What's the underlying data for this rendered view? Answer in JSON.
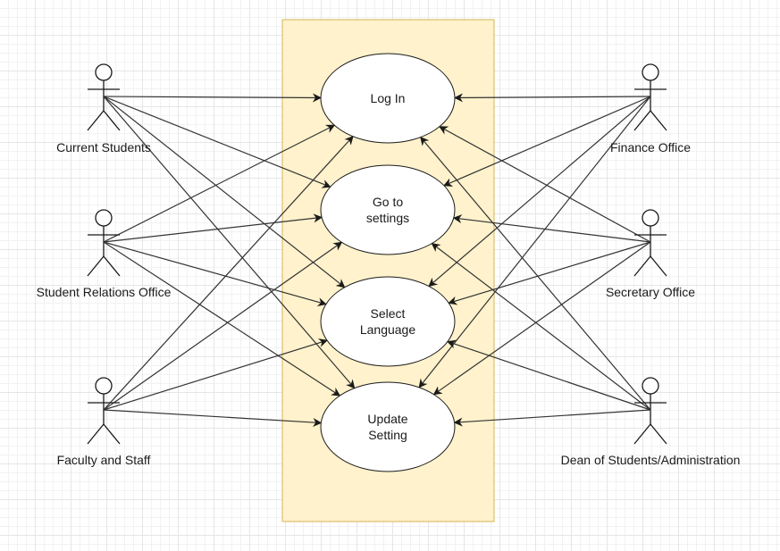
{
  "colors": {
    "boundary_fill": "#fff2cc",
    "boundary_stroke": "#d6b656",
    "line": "#333333",
    "actor_stroke": "#1a1a1a"
  },
  "use_cases": [
    {
      "id": "login",
      "label": "Log In"
    },
    {
      "id": "settings",
      "label": "Go to\nsettings"
    },
    {
      "id": "language",
      "label": "Select\nLanguage"
    },
    {
      "id": "update",
      "label": "Update\nSetting"
    }
  ],
  "actors": [
    {
      "id": "current-students",
      "label": "Current Students",
      "side": "left"
    },
    {
      "id": "student-relations-office",
      "label": "Student Relations Office",
      "side": "left"
    },
    {
      "id": "faculty-and-staff",
      "label": "Faculty and Staff",
      "side": "left"
    },
    {
      "id": "finance-office",
      "label": "Finance Office",
      "side": "right"
    },
    {
      "id": "secretary-office",
      "label": "Secretary Office",
      "side": "right"
    },
    {
      "id": "dean-of-students",
      "label": "Dean of Students/Administration",
      "side": "right"
    }
  ],
  "associations": [
    {
      "actor": "current-students",
      "use_case": "login"
    },
    {
      "actor": "current-students",
      "use_case": "settings"
    },
    {
      "actor": "current-students",
      "use_case": "language"
    },
    {
      "actor": "current-students",
      "use_case": "update"
    },
    {
      "actor": "student-relations-office",
      "use_case": "login"
    },
    {
      "actor": "student-relations-office",
      "use_case": "settings"
    },
    {
      "actor": "student-relations-office",
      "use_case": "language"
    },
    {
      "actor": "student-relations-office",
      "use_case": "update"
    },
    {
      "actor": "faculty-and-staff",
      "use_case": "login"
    },
    {
      "actor": "faculty-and-staff",
      "use_case": "settings"
    },
    {
      "actor": "faculty-and-staff",
      "use_case": "language"
    },
    {
      "actor": "faculty-and-staff",
      "use_case": "update"
    },
    {
      "actor": "finance-office",
      "use_case": "login"
    },
    {
      "actor": "finance-office",
      "use_case": "settings"
    },
    {
      "actor": "finance-office",
      "use_case": "language"
    },
    {
      "actor": "finance-office",
      "use_case": "update"
    },
    {
      "actor": "secretary-office",
      "use_case": "login"
    },
    {
      "actor": "secretary-office",
      "use_case": "settings"
    },
    {
      "actor": "secretary-office",
      "use_case": "language"
    },
    {
      "actor": "secretary-office",
      "use_case": "update"
    },
    {
      "actor": "dean-of-students",
      "use_case": "login"
    },
    {
      "actor": "dean-of-students",
      "use_case": "settings"
    },
    {
      "actor": "dean-of-students",
      "use_case": "language"
    },
    {
      "actor": "dean-of-students",
      "use_case": "update"
    }
  ]
}
